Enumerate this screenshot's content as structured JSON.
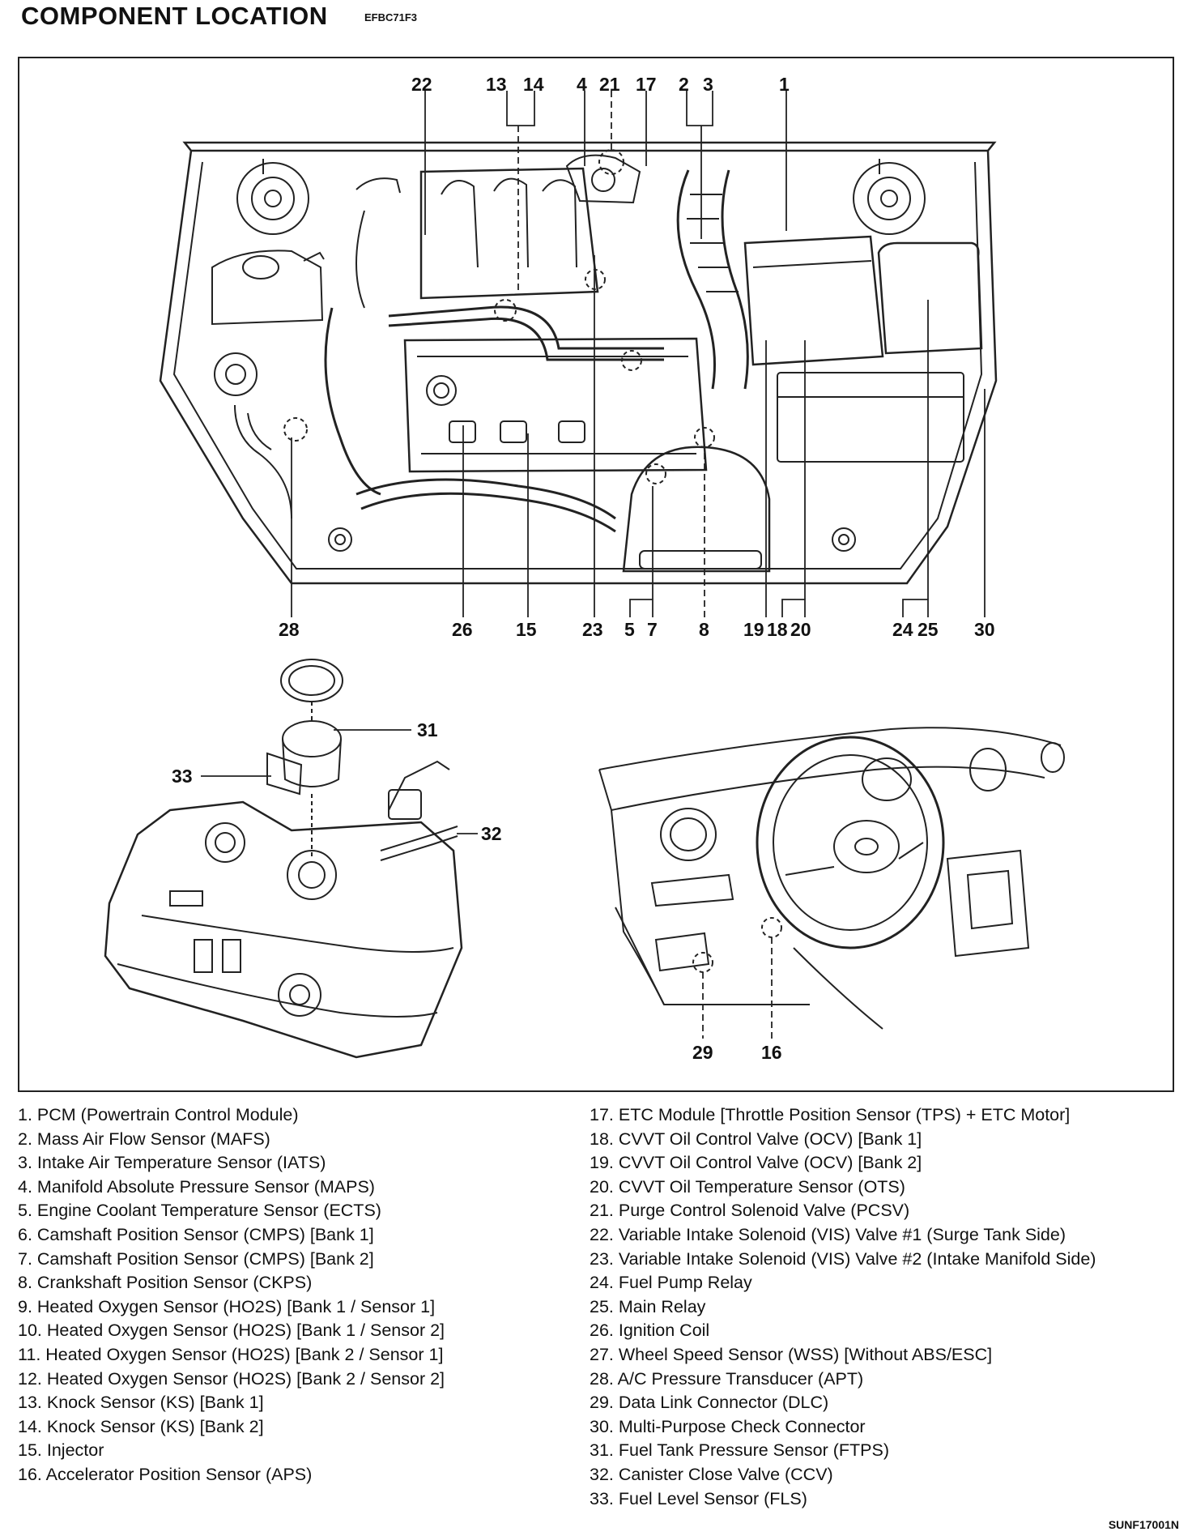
{
  "title": "COMPONENT LOCATION",
  "code": "EFBC71F3",
  "footer_code": "SUNF17001N",
  "callouts": {
    "engine_top": [
      "22",
      "13",
      "14",
      "4",
      "21",
      "17",
      "2",
      "3",
      "1"
    ],
    "engine_bottom": [
      "28",
      "26",
      "15",
      "23",
      "5",
      "7",
      "8",
      "19",
      "18",
      "20",
      "24",
      "25",
      "30"
    ],
    "fuel_tank": [
      "31",
      "33",
      "32"
    ],
    "dashboard": [
      "29",
      "16"
    ]
  },
  "legend_left": [
    "1. PCM (Powertrain Control Module)",
    "2. Mass Air Flow Sensor (MAFS)",
    "3. Intake Air Temperature Sensor (IATS)",
    "4. Manifold Absolute Pressure Sensor (MAPS)",
    "5. Engine Coolant Temperature Sensor (ECTS)",
    "6. Camshaft Position Sensor (CMPS) [Bank 1]",
    "7. Camshaft Position Sensor (CMPS) [Bank 2]",
    "8. Crankshaft Position Sensor (CKPS)",
    "9. Heated Oxygen Sensor (HO2S) [Bank 1 / Sensor 1]",
    "10. Heated Oxygen Sensor (HO2S) [Bank 1 / Sensor 2]",
    "11. Heated Oxygen Sensor (HO2S) [Bank 2 / Sensor 1]",
    "12. Heated Oxygen Sensor (HO2S) [Bank 2 / Sensor 2]",
    "13. Knock Sensor (KS) [Bank 1]",
    "14. Knock Sensor (KS) [Bank 2]",
    "15. Injector",
    "16. Accelerator Position Sensor (APS)"
  ],
  "legend_right": [
    "17. ETC Module [Throttle Position Sensor (TPS) + ETC Motor]",
    "18. CVVT Oil Control Valve (OCV) [Bank 1]",
    "19. CVVT Oil Control Valve (OCV) [Bank 2]",
    "20. CVVT Oil Temperature Sensor (OTS)",
    "21. Purge Control Solenoid Valve (PCSV)",
    "22. Variable Intake Solenoid (VIS) Valve #1 (Surge Tank Side)",
    "23. Variable Intake Solenoid (VIS) Valve #2 (Intake Manifold Side)",
    "24. Fuel Pump Relay",
    "25. Main Relay",
    "26. Ignition Coil",
    "27. Wheel Speed Sensor (WSS) [Without ABS/ESC]",
    "28. A/C Pressure Transducer (APT)",
    "29. Data Link Connector (DLC)",
    "30. Multi-Purpose Check Connector",
    "31. Fuel Tank Pressure Sensor (FTPS)",
    "32. Canister Close Valve (CCV)",
    "33. Fuel Level Sensor (FLS)"
  ]
}
